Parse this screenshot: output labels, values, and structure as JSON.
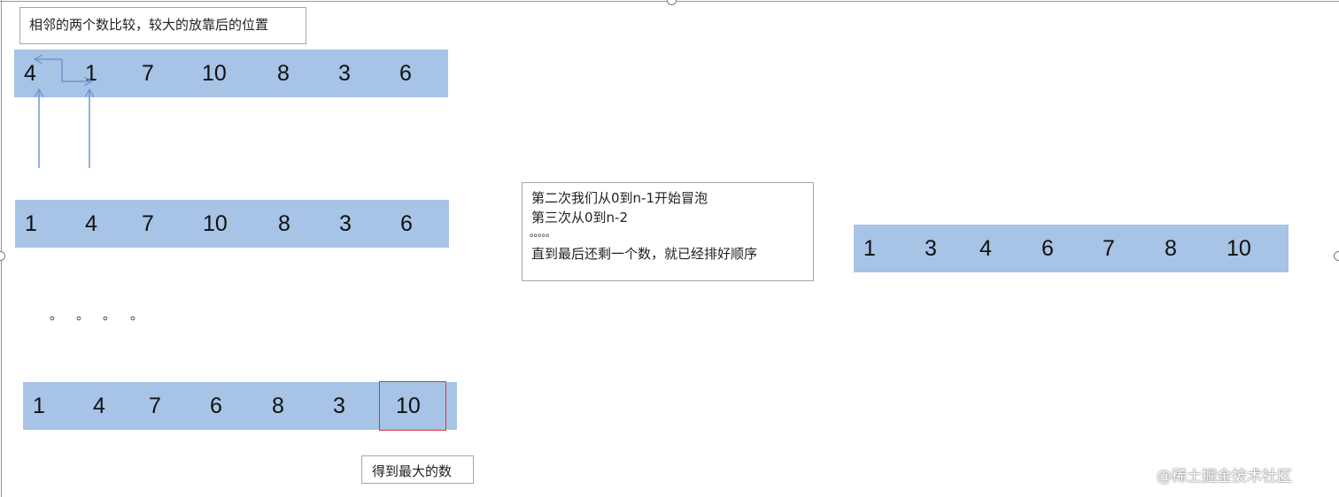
{
  "notes": {
    "top_note": "相邻的两个数比较，较大的放靠后的位置",
    "middle_note": {
      "line1": "第二次我们从0到n-1开始冒泡",
      "line2": "第三次从0到n-2",
      "line3": "。。。。。",
      "line4": "直到最后还剩一个数，就已经排好顺序"
    },
    "bottom_note": "得到最大的数"
  },
  "rows": {
    "row1": [
      "4",
      "1",
      "7",
      "10",
      "8",
      "3",
      "6"
    ],
    "row2": [
      "1",
      "4",
      "7",
      "10",
      "8",
      "3",
      "6"
    ],
    "row3": [
      "1",
      "4",
      "7",
      "6",
      "8",
      "3",
      "10"
    ],
    "row_final": [
      "1",
      "3",
      "4",
      "6",
      "7",
      "8",
      "10"
    ]
  },
  "ellipsis": [
    "。",
    "。",
    "。",
    "。"
  ],
  "watermark": "@稀土掘金技术社区",
  "colors": {
    "bar_fill": "#a7c3e5",
    "highlight_border": "#d33a3a",
    "arrow": "#6d97cf"
  },
  "icons": {
    "arrow_up": "arrow-up-icon",
    "swap_arrow": "swap-arrow-icon"
  }
}
